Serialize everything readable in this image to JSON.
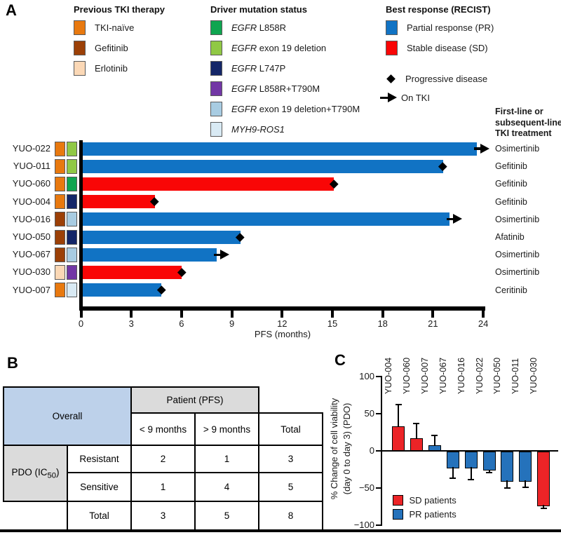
{
  "panel_a": {
    "label": "A",
    "legend_tki": {
      "title": "Previous TKI therapy",
      "items": [
        {
          "label": "TKI-naïve",
          "color": "#E8790F"
        },
        {
          "label": "Gefitinib",
          "color": "#9C4007"
        },
        {
          "label": "Erlotinib",
          "color": "#FBD8B6"
        }
      ]
    },
    "legend_mutation": {
      "title": "Driver mutation status",
      "items": [
        {
          "gene": "EGFR",
          "rest": " L858R",
          "color": "#0FA550"
        },
        {
          "gene": "EGFR",
          "rest": " exon 19 deletion",
          "color": "#90C845"
        },
        {
          "gene": "EGFR",
          "rest": " L747P",
          "color": "#142668"
        },
        {
          "gene": "EGFR",
          "rest": " L858R+T790M",
          "color": "#7237A5"
        },
        {
          "gene": "EGFR",
          "rest": " exon 19 deletion+T790M",
          "color": "#A8CCE2"
        },
        {
          "gene": "MYH9-ROS1",
          "rest": "",
          "color": "#D9EAF4"
        }
      ]
    },
    "legend_response": {
      "title": "Best response (RECIST)",
      "items": [
        {
          "label": "Partial response (PR)",
          "color": "#1173C4"
        },
        {
          "label": "Stable disease (SD)",
          "color": "#F90606"
        }
      ],
      "diamond_label": "Progressive disease",
      "arrow_label": "On TKI"
    },
    "treatment_header": [
      "First-line or",
      "subsequent-line",
      "TKI treatment"
    ]
  },
  "panel_b": {
    "label": "B",
    "overall": "Overall",
    "patient_pfs": "Patient (PFS)",
    "col_lt9": "< 9 months",
    "col_gt9": "> 9 months",
    "col_total": "Total",
    "pdo_prefix": "PDO (IC",
    "pdo_sub": "50",
    "pdo_suffix": ")",
    "rows": [
      {
        "label": "Resistant",
        "lt9": "2",
        "gt9": "1",
        "total": "3"
      },
      {
        "label": "Sensitive",
        "lt9": "1",
        "gt9": "4",
        "total": "5"
      },
      {
        "label": "Total",
        "lt9": "3",
        "gt9": "5",
        "total": "8"
      }
    ]
  },
  "panel_c": {
    "label": "C",
    "legend": [
      {
        "label": "SD patients",
        "color": "#EC2427"
      },
      {
        "label": "PR patients",
        "color": "#2572BB"
      }
    ]
  },
  "chart_data": [
    {
      "type": "bar",
      "orientation": "horizontal",
      "xlabel": "PFS (months)",
      "xlim": [
        0,
        24
      ],
      "xticks": [
        0,
        3,
        6,
        9,
        12,
        15,
        18,
        21,
        24
      ],
      "bar_colors": {
        "PR": "#1173C4",
        "SD": "#F90606"
      },
      "rows": [
        {
          "patient": "YUO-022",
          "tki": "TKI-naïve",
          "tki_color": "#E8790F",
          "mutation": "EGFR exon 19 deletion",
          "mut_color": "#90C845",
          "pfs_months": 23.6,
          "response": "PR",
          "marker": "arrow",
          "treatment": "Osimertinib"
        },
        {
          "patient": "YUO-011",
          "tki": "TKI-naïve",
          "tki_color": "#E8790F",
          "mutation": "EGFR exon 19 deletion",
          "mut_color": "#90C845",
          "pfs_months": 21.6,
          "response": "PR",
          "marker": "diamond",
          "treatment": "Gefitinib"
        },
        {
          "patient": "YUO-060",
          "tki": "TKI-naïve",
          "tki_color": "#E8790F",
          "mutation": "EGFR L858R",
          "mut_color": "#0FA550",
          "pfs_months": 15.1,
          "response": "SD",
          "marker": "diamond",
          "treatment": "Gefitinib"
        },
        {
          "patient": "YUO-004",
          "tki": "TKI-naïve",
          "tki_color": "#E8790F",
          "mutation": "EGFR L747P",
          "mut_color": "#142668",
          "pfs_months": 4.4,
          "response": "SD",
          "marker": "diamond",
          "treatment": "Gefitinib"
        },
        {
          "patient": "YUO-016",
          "tki": "Gefitinib",
          "tki_color": "#9C4007",
          "mutation": "EGFR exon 19 deletion+T790M",
          "mut_color": "#A8CCE2",
          "pfs_months": 22.0,
          "response": "PR",
          "marker": "arrow",
          "treatment": "Osimertinib"
        },
        {
          "patient": "YUO-050",
          "tki": "Gefitinib",
          "tki_color": "#9C4007",
          "mutation": "EGFR L747P",
          "mut_color": "#142668",
          "pfs_months": 9.5,
          "response": "PR",
          "marker": "diamond",
          "treatment": "Afatinib"
        },
        {
          "patient": "YUO-067",
          "tki": "Gefitinib",
          "tki_color": "#9C4007",
          "mutation": "EGFR exon 19 deletion+T790M",
          "mut_color": "#A8CCE2",
          "pfs_months": 8.1,
          "response": "PR",
          "marker": "arrow",
          "treatment": "Osimertinib"
        },
        {
          "patient": "YUO-030",
          "tki": "Erlotinib",
          "tki_color": "#FBD8B6",
          "mutation": "EGFR L858R+T790M",
          "mut_color": "#7237A5",
          "pfs_months": 6.0,
          "response": "SD",
          "marker": "diamond",
          "treatment": "Osimertinib"
        },
        {
          "patient": "YUO-007",
          "tki": "TKI-naïve",
          "tki_color": "#E8790F",
          "mutation": "MYH9-ROS1",
          "mut_color": "#D9EAF4",
          "pfs_months": 4.8,
          "response": "PR",
          "marker": "diamond",
          "treatment": "Ceritinib"
        }
      ]
    },
    {
      "type": "bar",
      "categories": [
        "YUO-004",
        "YUO-060",
        "YUO-007",
        "YUO-067",
        "YUO-016",
        "YUO-022",
        "YUO-050",
        "YUO-011",
        "YUO-030"
      ],
      "values": [
        33,
        17,
        8,
        -22,
        -22,
        -25,
        -40,
        -40,
        -73
      ],
      "error_bars": [
        29,
        20,
        13,
        15,
        17,
        4,
        10,
        9,
        4
      ],
      "groups": [
        "SD",
        "SD",
        "PR",
        "PR",
        "PR",
        "PR",
        "PR",
        "PR",
        "SD"
      ],
      "group_colors": {
        "SD": "#EC2427",
        "PR": "#2572BB"
      },
      "ylabel_lines": [
        "% Change of cell viability",
        "(day 0 to day 3) (PDO)"
      ],
      "ylim": [
        -100,
        100
      ],
      "yticks": [
        100,
        50,
        0,
        -50,
        -100
      ],
      "legend_position": "lower-left"
    }
  ]
}
